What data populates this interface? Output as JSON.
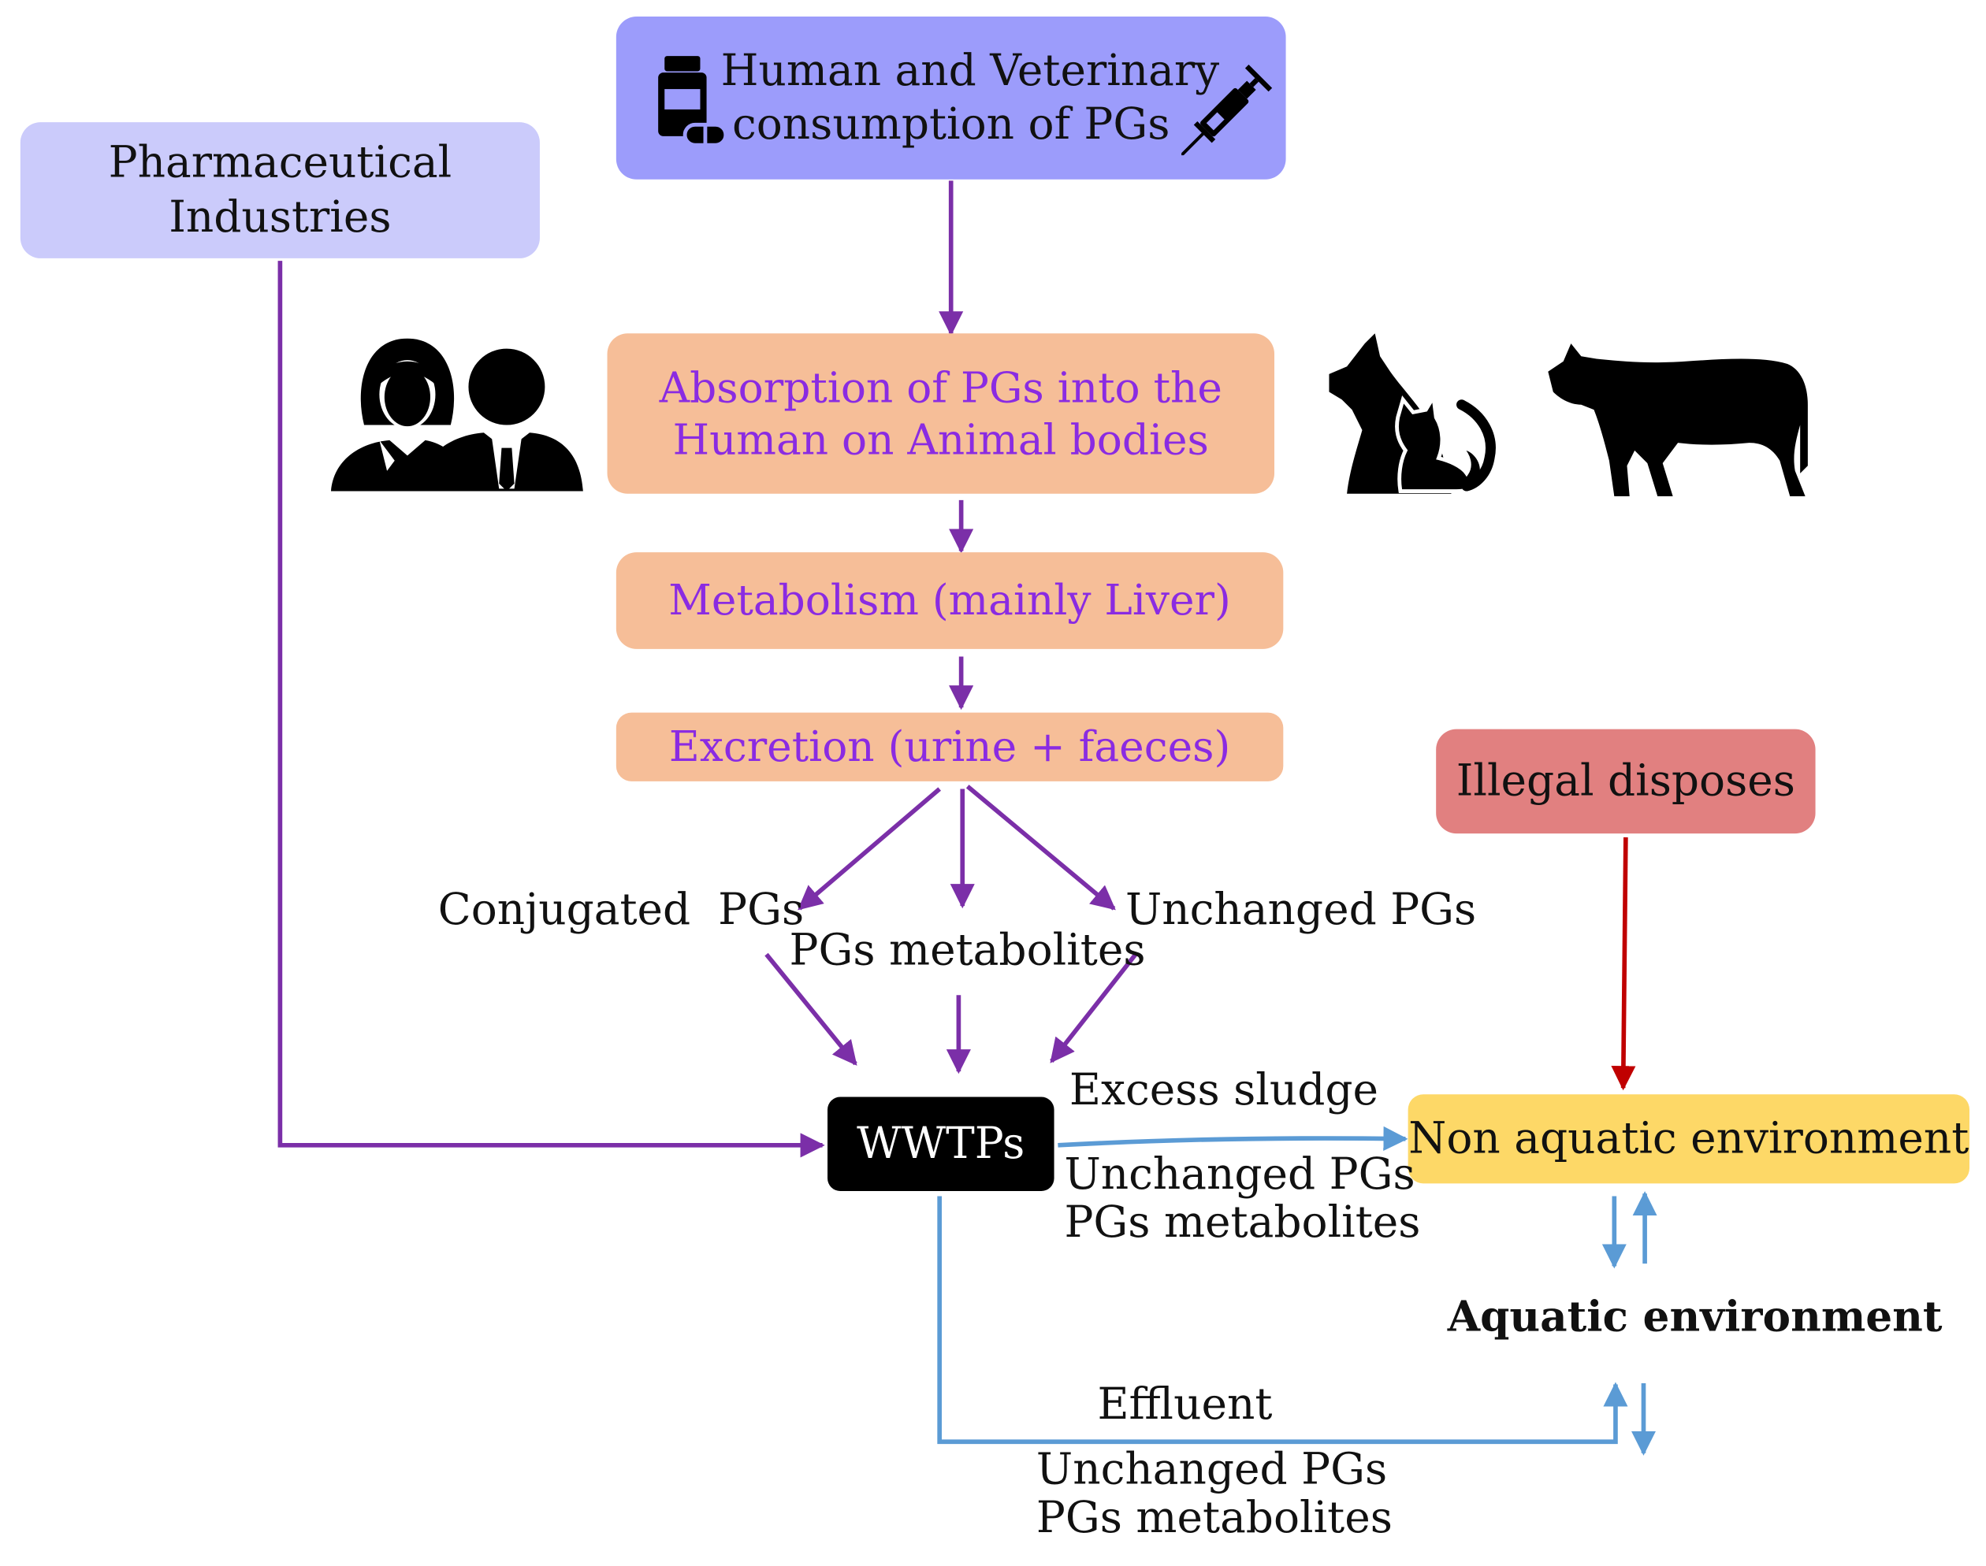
{
  "colors": {
    "consumption_fill": "#9c9cfb",
    "industry_fill": "#cbcbfb",
    "process_fill": "#f6be98",
    "illegal_fill": "#e18080",
    "wwtp_fill": "#000000",
    "non_aquatic_fill": "#fdd867",
    "purple_arrow": "#7b2fa8",
    "blue_arrow": "#5b9bd5",
    "red_arrow": "#c00000"
  },
  "nodes": {
    "consumption": {
      "line1": "Human and Veterinary",
      "line2": "consumption of PGs"
    },
    "industries": {
      "line1": "Pharmaceutical",
      "line2": "Industries"
    },
    "absorption": {
      "line1": "Absorption of PGs into the",
      "line2": "Human on Animal bodies"
    },
    "metabolism": "Metabolism (mainly Liver)",
    "excretion": "Excretion (urine + faeces)",
    "illegal": "Illegal disposes",
    "wwtp": "WWTPs",
    "non_aquatic": "Non aquatic environment",
    "aquatic": "Aquatic environment"
  },
  "labels": {
    "conjugated": "Conjugated  PGs",
    "metabolites": "PGs metabolites",
    "unchanged": "Unchanged PGs",
    "sludge_title": "Excess sludge",
    "sludge_line1": "Unchanged PGs",
    "sludge_line2": "PGs metabolites",
    "effluent_title": "Effluent",
    "effluent_line1": "Unchanged PGs",
    "effluent_line2": "PGs metabolites"
  },
  "icons": [
    "medicine-bottle-icon",
    "syringe-icon",
    "people-icon",
    "dog-cat-icon",
    "cow-icon"
  ]
}
